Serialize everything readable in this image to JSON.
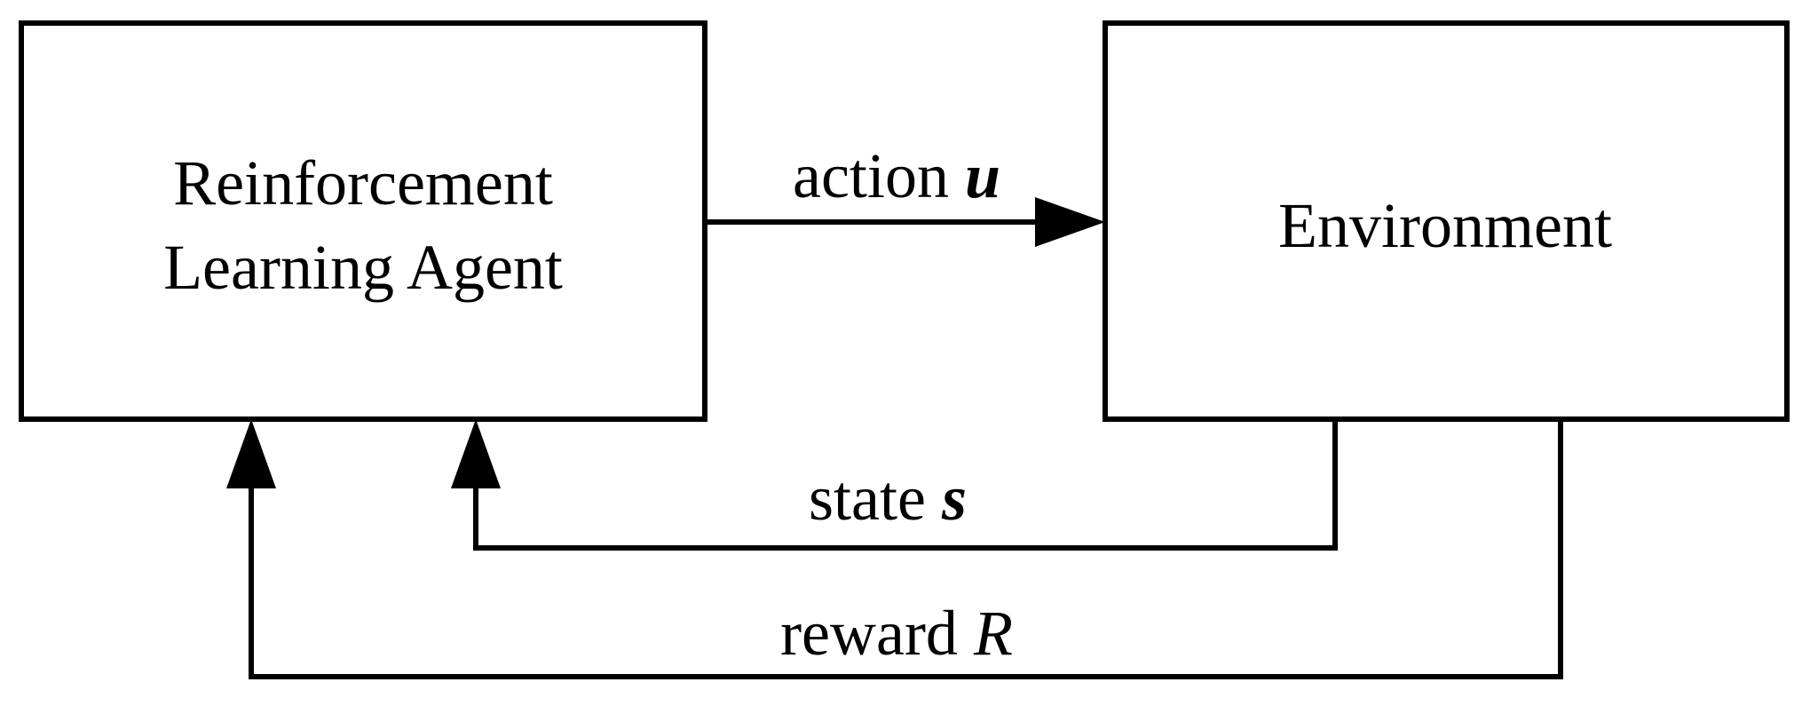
{
  "nodes": {
    "agent": {
      "line1": "Reinforcement",
      "line2": "Learning Agent"
    },
    "environment": {
      "label": "Environment"
    }
  },
  "edges": {
    "action": {
      "label": "action ",
      "symbol": "u"
    },
    "state": {
      "label": "state ",
      "symbol": "s"
    },
    "reward": {
      "label": "reward ",
      "symbol": "R"
    }
  }
}
